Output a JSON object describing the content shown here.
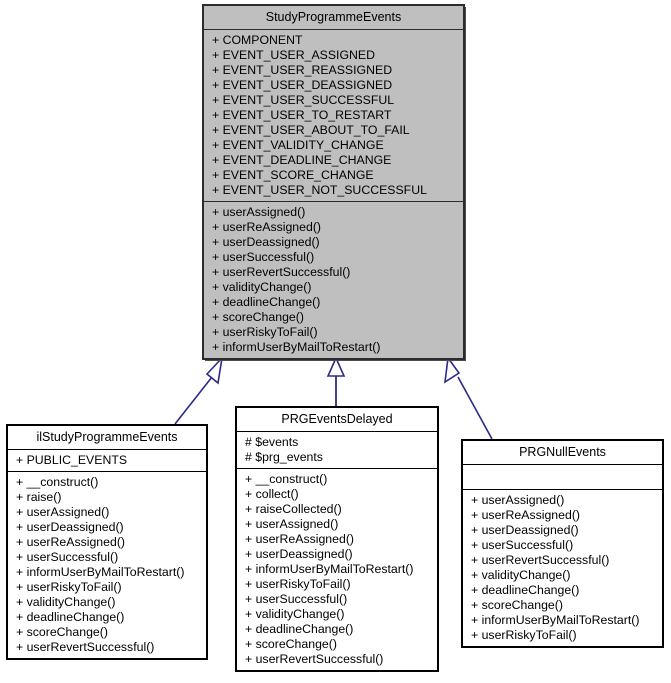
{
  "diagram": {
    "type": "uml-class-diagram",
    "title": "StudyProgrammeEvents inheritance diagram",
    "colors": {
      "highlight_fill": "#bfbfbf",
      "plain_fill": "#ffffff",
      "border": "#000000",
      "connector": "#2a2a8c",
      "background": "#ffffff"
    }
  },
  "classes": {
    "base": {
      "name": "StudyProgrammeEvents",
      "attributes": [
        "+ COMPONENT",
        "+ EVENT_USER_ASSIGNED",
        "+ EVENT_USER_REASSIGNED",
        "+ EVENT_USER_DEASSIGNED",
        "+ EVENT_USER_SUCCESSFUL",
        "+ EVENT_USER_TO_RESTART",
        "+ EVENT_USER_ABOUT_TO_FAIL",
        "+ EVENT_VALIDITY_CHANGE",
        "+ EVENT_DEADLINE_CHANGE",
        "+ EVENT_SCORE_CHANGE",
        "+ EVENT_USER_NOT_SUCCESSFUL"
      ],
      "methods": [
        "+ userAssigned()",
        "+ userReAssigned()",
        "+ userDeassigned()",
        "+ userSuccessful()",
        "+ userRevertSuccessful()",
        "+ validityChange()",
        "+ deadlineChange()",
        "+ scoreChange()",
        "+ userRiskyToFail()",
        "+ informUserByMailToRestart()"
      ]
    },
    "left": {
      "name": "ilStudyProgrammeEvents",
      "attributes": [
        "+ PUBLIC_EVENTS"
      ],
      "methods": [
        "+ __construct()",
        "+ raise()",
        "+ userAssigned()",
        "+ userDeassigned()",
        "+ userReAssigned()",
        "+ userSuccessful()",
        "+ informUserByMailToRestart()",
        "+ userRiskyToFail()",
        "+ validityChange()",
        "+ deadlineChange()",
        "+ scoreChange()",
        "+ userRevertSuccessful()"
      ]
    },
    "middle": {
      "name": "PRGEventsDelayed",
      "attributes": [
        "# $events",
        "# $prg_events"
      ],
      "methods": [
        "+ __construct()",
        "+ collect()",
        "+ raiseCollected()",
        "+ userAssigned()",
        "+ userReAssigned()",
        "+ userDeassigned()",
        "+ informUserByMailToRestart()",
        "+ userRiskyToFail()",
        "+ userSuccessful()",
        "+ validityChange()",
        "+ deadlineChange()",
        "+ scoreChange()",
        "+ userRevertSuccessful()"
      ]
    },
    "right": {
      "name": "PRGNullEvents",
      "attributes": [],
      "methods": [
        "+ userAssigned()",
        "+ userReAssigned()",
        "+ userDeassigned()",
        "+ userSuccessful()",
        "+ userRevertSuccessful()",
        "+ validityChange()",
        "+ deadlineChange()",
        "+ scoreChange()",
        "+ informUserByMailToRestart()",
        "+ userRiskyToFail()"
      ]
    }
  },
  "relationships": [
    {
      "from": "ilStudyProgrammeEvents",
      "to": "StudyProgrammeEvents",
      "kind": "generalization"
    },
    {
      "from": "PRGEventsDelayed",
      "to": "StudyProgrammeEvents",
      "kind": "generalization"
    },
    {
      "from": "PRGNullEvents",
      "to": "StudyProgrammeEvents",
      "kind": "generalization"
    }
  ]
}
